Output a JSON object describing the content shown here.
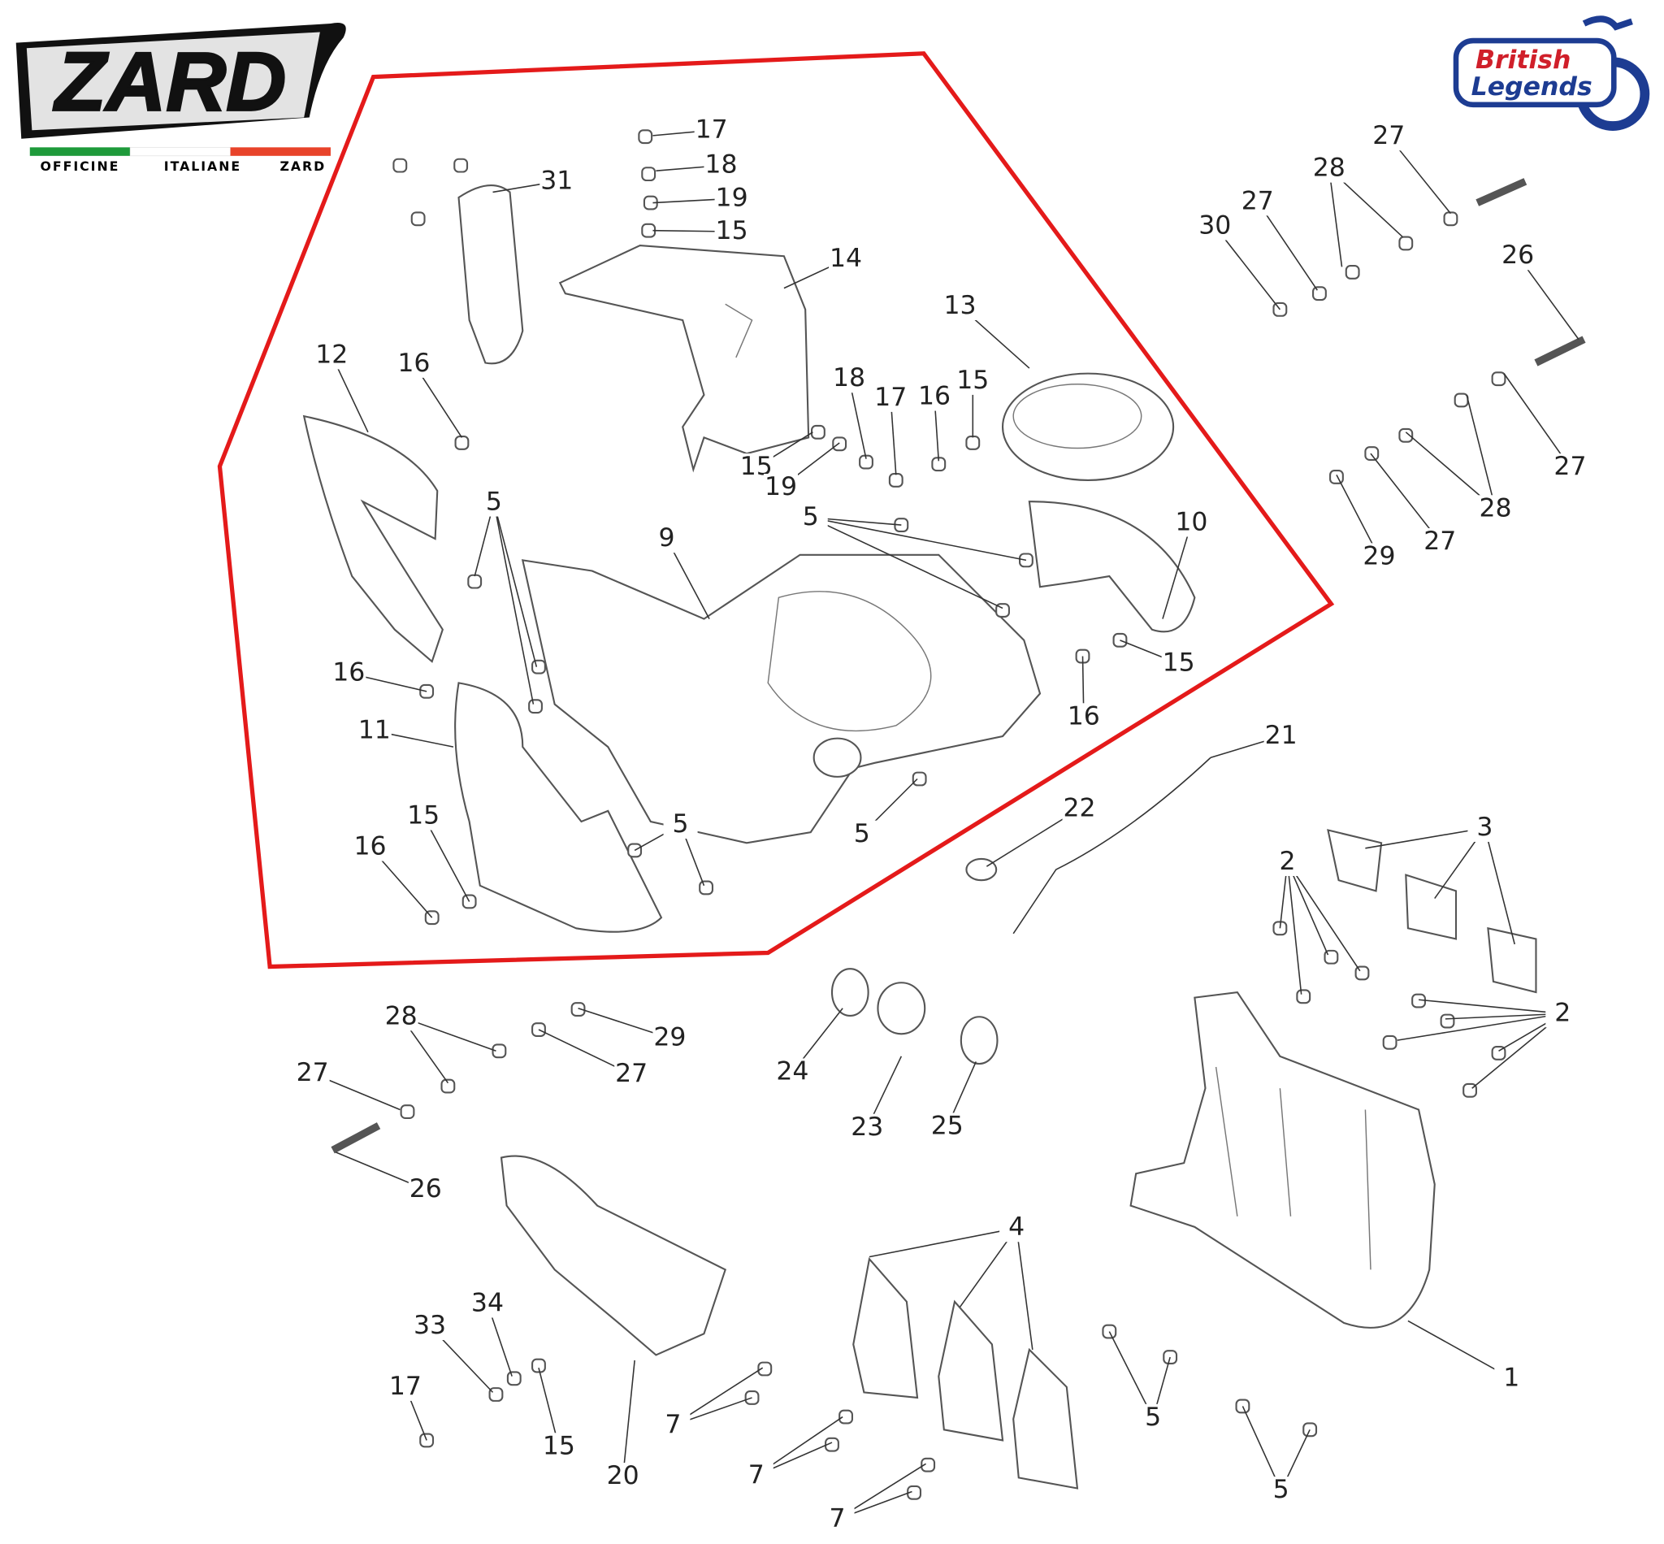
{
  "logos": {
    "zard": {
      "wordmark": "ZARD",
      "tagline": [
        "OFFICINE",
        "ITALIANE",
        "ZARD"
      ],
      "colors": [
        "#1e9a3a",
        "#ffffff",
        "#e8432a"
      ]
    },
    "british_legends": {
      "line1": "British",
      "line2": "Legends",
      "colors": {
        "red": "#d01f2a",
        "blue": "#1d3c92"
      }
    }
  },
  "highlight": {
    "color": "#e41a1a"
  },
  "callouts": [
    "17",
    "18",
    "19",
    "15",
    "31",
    "14",
    "13",
    "12",
    "16",
    "18",
    "17",
    "16",
    "15",
    "15",
    "19",
    "5",
    "5",
    "9",
    "10",
    "15",
    "16",
    "16",
    "11",
    "21",
    "22",
    "15",
    "5",
    "5",
    "16",
    "3",
    "2",
    "2",
    "28",
    "29",
    "27",
    "27",
    "24",
    "23",
    "25",
    "26",
    "4",
    "34",
    "33",
    "17",
    "15",
    "20",
    "7",
    "7",
    "7",
    "5",
    "5",
    "1",
    "27",
    "28",
    "27",
    "30",
    "26",
    "27",
    "28",
    "27",
    "29"
  ]
}
